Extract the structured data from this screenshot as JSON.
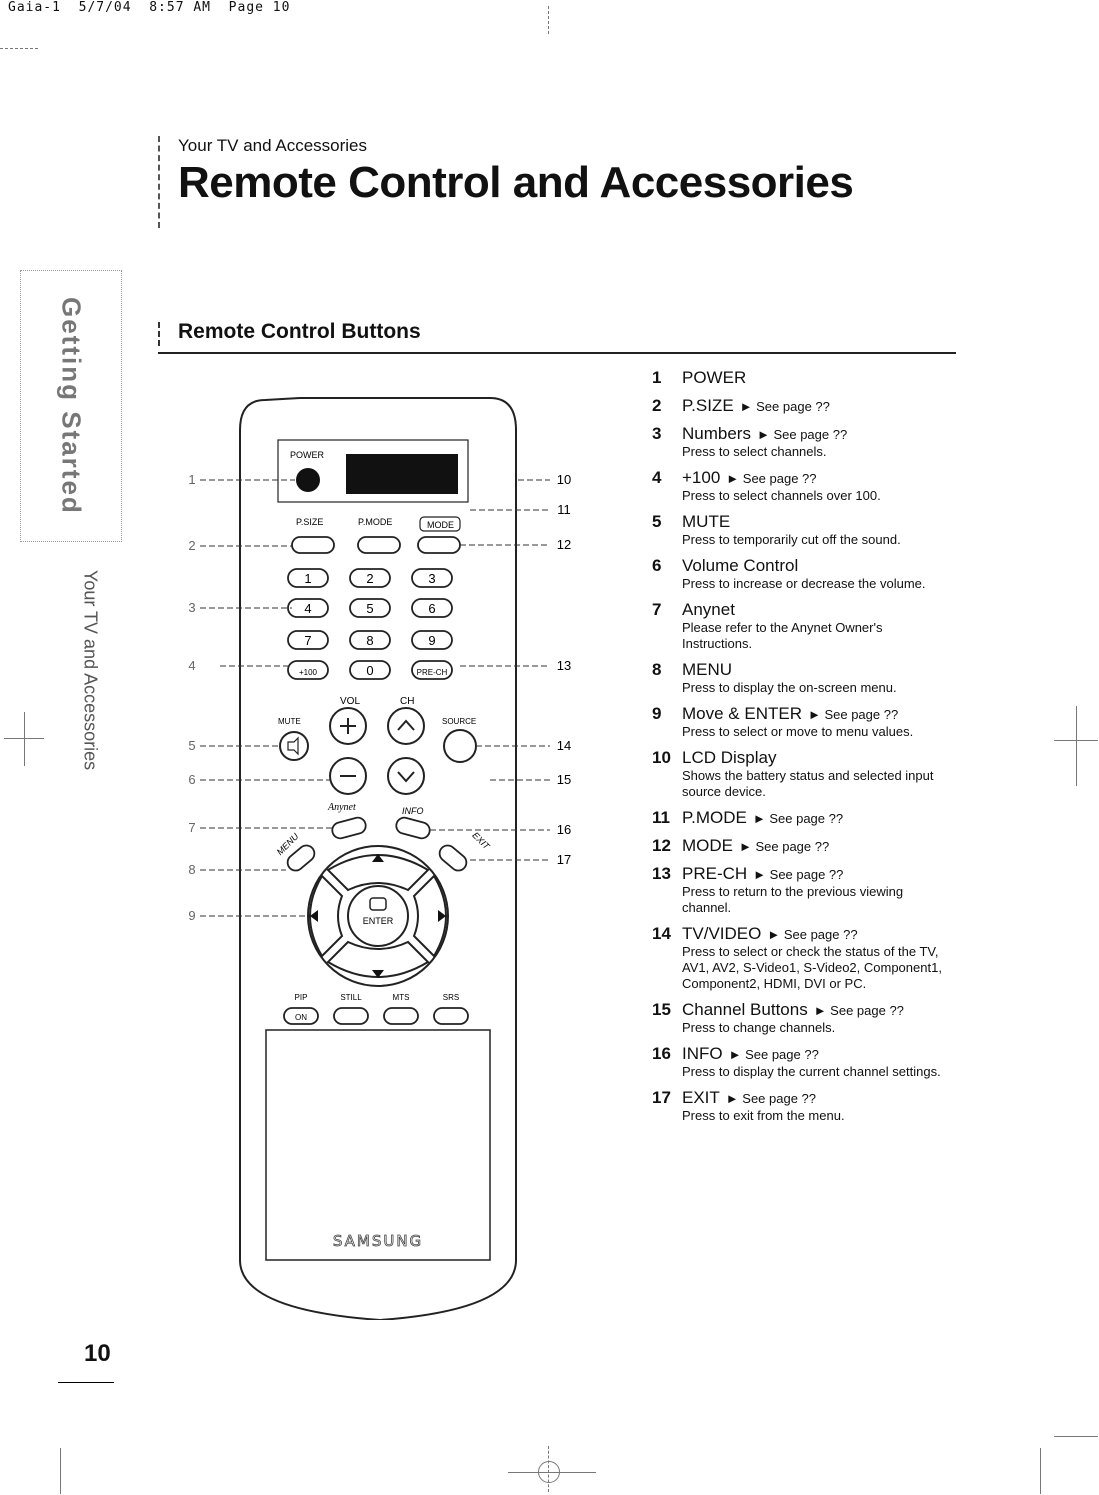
{
  "print_header": "Gaia-1  5/7/04  8:57 AM  Page 10",
  "section_kicker": "Your TV and Accessories",
  "page_title": "Remote Control and Accessories",
  "side_tab_primary": "Getting Started",
  "side_tab_secondary": "Your TV and Accessories",
  "section_heading": "Remote Control Buttons",
  "page_number": "10",
  "remote": {
    "brand": "SAMSUNG",
    "power": "POWER",
    "psize": "P.SIZE",
    "pmode": "P.MODE",
    "mode": "MODE",
    "keys": [
      "1",
      "2",
      "3",
      "4",
      "5",
      "6",
      "7",
      "8",
      "9",
      "+100",
      "0",
      "PRE-CH"
    ],
    "vol": "VOL",
    "ch": "CH",
    "mute": "MUTE",
    "source": "SOURCE",
    "anynet": "Anynet",
    "info": "INFO",
    "menu": "MENU",
    "exit": "EXIT",
    "enter": "ENTER",
    "bottom_labels": [
      "PIP",
      "STILL",
      "MTS",
      "SRS"
    ],
    "pip_on": "ON",
    "callouts_left": [
      "1",
      "2",
      "3",
      "4",
      "5",
      "6",
      "7",
      "8",
      "9"
    ],
    "callouts_right": [
      "10",
      "11",
      "12",
      "13",
      "14",
      "15",
      "16",
      "17"
    ]
  },
  "items": [
    {
      "num": "1",
      "name": "POWER",
      "see": "",
      "desc": ""
    },
    {
      "num": "2",
      "name": "P.SIZE",
      "see": "► See page ??",
      "desc": ""
    },
    {
      "num": "3",
      "name": "Numbers",
      "see": "► See page ??",
      "desc": "Press to select channels."
    },
    {
      "num": "4",
      "name": "+100",
      "see": "► See page ??",
      "desc": "Press to select channels over 100."
    },
    {
      "num": "5",
      "name": "MUTE",
      "see": "",
      "desc": "Press to temporarily cut off the sound."
    },
    {
      "num": "6",
      "name": "Volume Control",
      "see": "",
      "desc": "Press to increase or decrease the volume."
    },
    {
      "num": "7",
      "name": "Anynet",
      "see": "",
      "desc": "Please refer to the Anynet Owner's Instructions."
    },
    {
      "num": "8",
      "name": "MENU",
      "see": "",
      "desc": "Press to display the on-screen menu."
    },
    {
      "num": "9",
      "name": "Move & ENTER",
      "see": "► See page ??",
      "desc": "Press to select or move to menu values."
    },
    {
      "num": "10",
      "name": "LCD Display",
      "see": "",
      "desc": "Shows the battery status and selected input source device."
    },
    {
      "num": "11",
      "name": "P.MODE",
      "see": "► See page ??",
      "desc": ""
    },
    {
      "num": "12",
      "name": "MODE",
      "see": "► See page ??",
      "desc": ""
    },
    {
      "num": "13",
      "name": "PRE-CH",
      "see": "► See page ??",
      "desc": "Press to return to the previous viewing channel."
    },
    {
      "num": "14",
      "name": "TV/VIDEO",
      "see": "► See page ??",
      "desc": "Press to select or check the status of the TV, AV1, AV2, S-Video1, S-Video2, Component1, Component2, HDMI, DVI or PC."
    },
    {
      "num": "15",
      "name": "Channel Buttons",
      "see": "► See page ??",
      "desc": "Press to change channels."
    },
    {
      "num": "16",
      "name": "INFO",
      "see": "► See page ??",
      "desc": "Press to display the current channel settings."
    },
    {
      "num": "17",
      "name": "EXIT",
      "see": "► See page ??",
      "desc": "Press to exit from the menu."
    }
  ]
}
